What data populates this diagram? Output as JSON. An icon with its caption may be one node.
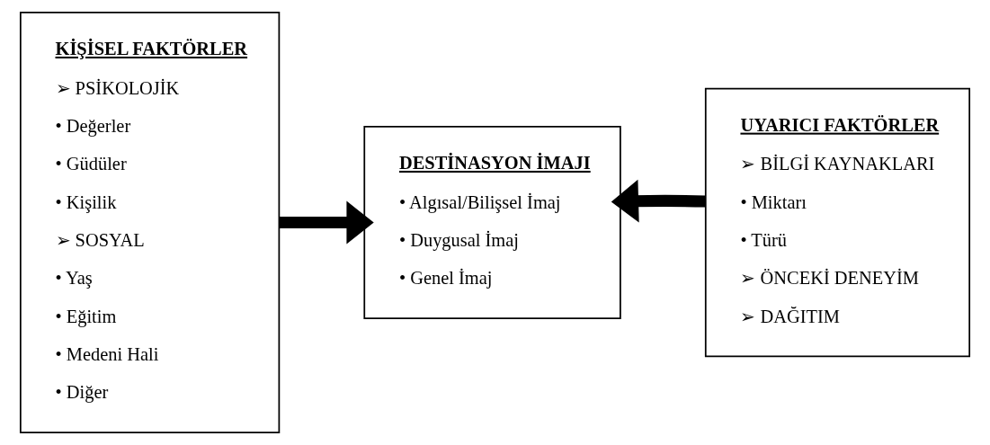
{
  "diagram": {
    "nodes": [
      {
        "text": [
          "KİŞİSEL FAKTÖRLER",
          "➢ PSİKOLOJİK",
          "• Değerler",
          "• Güdüler",
          "• Kişilik",
          "➢ SOSYAL",
          "• Yaş",
          "• Eğitim",
          "• Medeni Hali",
          "• Diğer"
        ]
      },
      {
        "text": [
          "DESTİNASYON İMAJI",
          "• Algısal/Bilişsel İmaj",
          "• Duygusal İmaj",
          "• Genel İmaj"
        ]
      },
      {
        "text": [
          "UYARICI FAKTÖRLER",
          "➢ BİLGİ KAYNAKLARI",
          "• Miktarı",
          "• Türü",
          "➢ ÖNCEKİ DENEYİM",
          "➢ DAĞITIM"
        ]
      }
    ],
    "edges": [
      {
        "from": 0,
        "to": 1,
        "arrow": "to"
      },
      {
        "from": 2,
        "to": 1,
        "arrow": "to"
      }
    ]
  }
}
